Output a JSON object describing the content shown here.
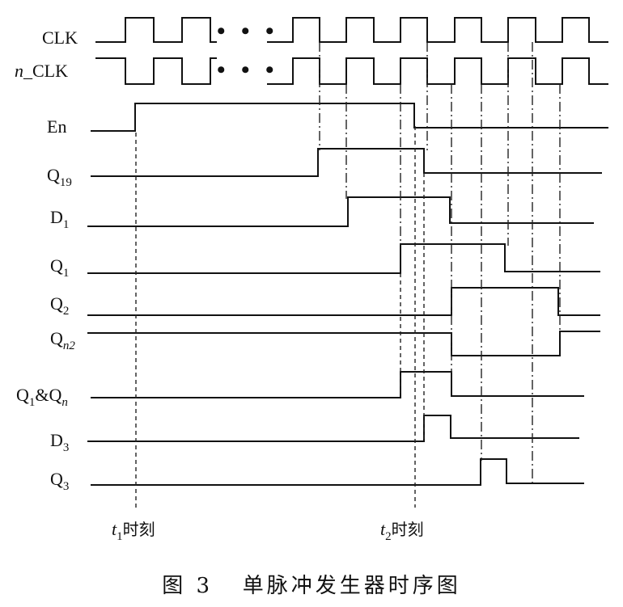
{
  "signals": [
    {
      "id": "clk",
      "name": "CLK",
      "sub": "",
      "suffix": ""
    },
    {
      "id": "nclk",
      "name": "n",
      "sub": "",
      "suffix": "_CLK"
    },
    {
      "id": "en",
      "name": "En",
      "sub": "",
      "suffix": ""
    },
    {
      "id": "q19",
      "name": "Q",
      "sub": "19",
      "suffix": ""
    },
    {
      "id": "d1",
      "name": "D",
      "sub": "1",
      "suffix": ""
    },
    {
      "id": "q1",
      "name": "Q",
      "sub": "1",
      "suffix": ""
    },
    {
      "id": "q2",
      "name": "Q",
      "sub": "2",
      "suffix": ""
    },
    {
      "id": "qn2",
      "name": "Q",
      "sub": "n2",
      "suffix": ""
    },
    {
      "id": "q1qn",
      "name": "Q",
      "sub": "1",
      "suffix": "&Q",
      "sub2": "n"
    },
    {
      "id": "d3",
      "name": "D",
      "sub": "3",
      "suffix": ""
    },
    {
      "id": "q3",
      "name": "Q",
      "sub": "3",
      "suffix": ""
    }
  ],
  "ellipsis": "• • •",
  "time_markers": [
    {
      "id": "t1",
      "var": "t",
      "sub": "1",
      "text": "时刻"
    },
    {
      "id": "t2",
      "var": "t",
      "sub": "2",
      "text": "时刻"
    }
  ],
  "caption": "图 3   单脉冲发生器时序图"
}
